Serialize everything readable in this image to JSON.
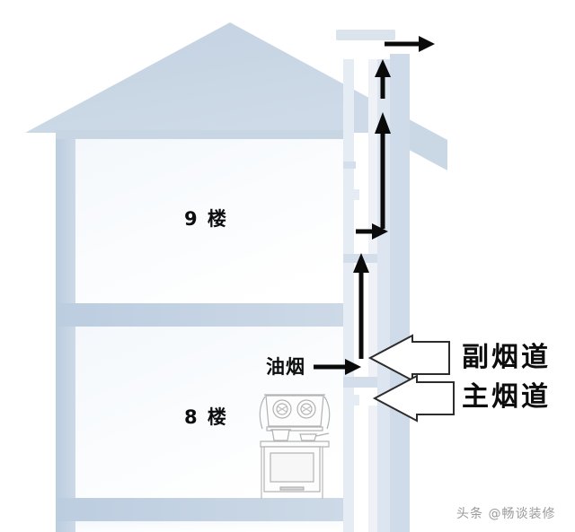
{
  "diagram": {
    "title_text_elements": {
      "floor_upper": "9 楼",
      "floor_lower": "8 楼",
      "smoke_source": "油烟",
      "flue_secondary": "副烟道",
      "flue_main": "主烟道"
    },
    "watermark": "头条 @畅谈装修",
    "colors": {
      "wall": "#c5d3e2",
      "wall_light": "#dce6f0",
      "duct_wall": "#e2e9f1",
      "arrow_solid": "#0a0a0a",
      "arrow_outline_stroke": "#2c2c2c",
      "arrow_outline_fill": "#ffffff",
      "background": "#ffffff",
      "text": "#0d0d0d",
      "watermark_text": "#9a9a9a",
      "appliance_stroke": "#b0b0b0"
    },
    "elements": {
      "roof": "pitched-roof",
      "upper_room": "floor-9-room",
      "lower_room": "floor-8-room",
      "chimney_stack": "vertical-flue-stack",
      "chimney_cap": "flue-cap",
      "range_hood": "range-hood-appliance",
      "stove": "stove-appliance"
    },
    "arrows": {
      "exhaust_out_top": "arrow-right-top-exit",
      "rise_upper_1": "arrow-up-upper-short",
      "rise_upper_2": "arrow-up-upper-long",
      "branch_floor9": "arrow-right-floor9-branch",
      "rise_lower": "arrow-up-lower",
      "smoke_to_duct": "arrow-right-smoke-inlet",
      "callout_secondary": "outline-arrow-left-secondary",
      "callout_main": "outline-arrow-left-main"
    }
  }
}
